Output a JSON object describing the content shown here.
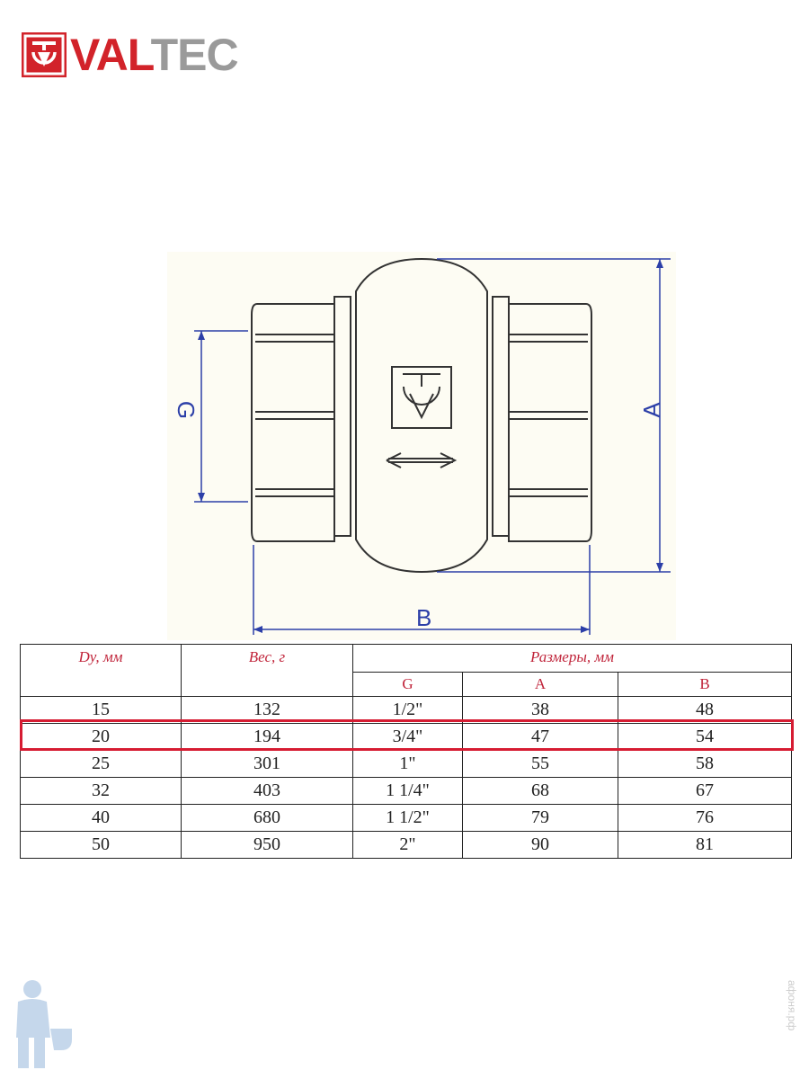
{
  "brand": {
    "name_red": "VAL",
    "name_gray": "TEC",
    "accent": "#d2232a",
    "gray": "#9a9a9a"
  },
  "drawing": {
    "labels": {
      "g": "G",
      "a": "A",
      "b": "B"
    },
    "line_color": "#2c3fa8",
    "icons": [
      "valtec-mark-icon",
      "flow-arrow-icon"
    ]
  },
  "table": {
    "headers": {
      "dy": "Dy, мм",
      "weight": "Вес, г",
      "dims": "Размеры, мм"
    },
    "subheaders": {
      "g": "G",
      "a": "A",
      "b": "B"
    },
    "rows": [
      {
        "dy": "15",
        "weight": "132",
        "g": "1/2\"",
        "a": "38",
        "b": "48"
      },
      {
        "dy": "20",
        "weight": "194",
        "g": "3/4\"",
        "a": "47",
        "b": "54"
      },
      {
        "dy": "25",
        "weight": "301",
        "g": "1\"",
        "a": "55",
        "b": "58"
      },
      {
        "dy": "32",
        "weight": "403",
        "g": "1 1/4\"",
        "a": "68",
        "b": "67"
      },
      {
        "dy": "40",
        "weight": "680",
        "g": "1 1/2\"",
        "a": "79",
        "b": "76"
      },
      {
        "dy": "50",
        "weight": "950",
        "g": "2\"",
        "a": "90",
        "b": "81"
      }
    ],
    "highlighted_row": "20",
    "highlight_color": "#d61c32"
  },
  "footer": {
    "watermark": "афоня.рф"
  }
}
